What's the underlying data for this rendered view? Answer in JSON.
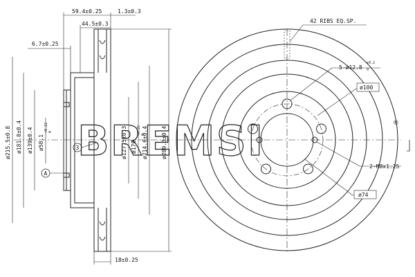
{
  "side_view": {
    "width_total": "59.4±0.25",
    "offset_right": "1.3±0.3",
    "hat_depth": "44.5±0.3",
    "flange_thk": "6.7±0.25",
    "diam_outer_hub": "ø215.5±0.8",
    "diam_181": "ø181.8±0.4",
    "diam_139": "ø139±0.4",
    "diam_58": "ø58.1",
    "diam_58_tol_upper": "+0.12",
    "diam_58_tol_lower": "0",
    "diam_127": "ø127.5±0.3",
    "diam_170": "ø170",
    "diam_170_tol_upper": "+0.25",
    "diam_170_tol_lower": "0",
    "diam_214": "ø214.6±0.4",
    "diam_outer": "ø289.3±0.4",
    "thickness": "18±0.25",
    "datum_a": "A",
    "note_3": "3"
  },
  "front_view": {
    "ribs": "42 RIBS EQ.SP.",
    "bolt_holes": "5-ø12.8",
    "bolt_holes_tol_upper": "+0.2",
    "bolt_holes_tol_lower": "0",
    "pcd": "ø100",
    "threads": "2-M8x1.25",
    "center_bore": "ø74"
  },
  "brand": {
    "name": "BREMSI",
    "registered": "®"
  }
}
